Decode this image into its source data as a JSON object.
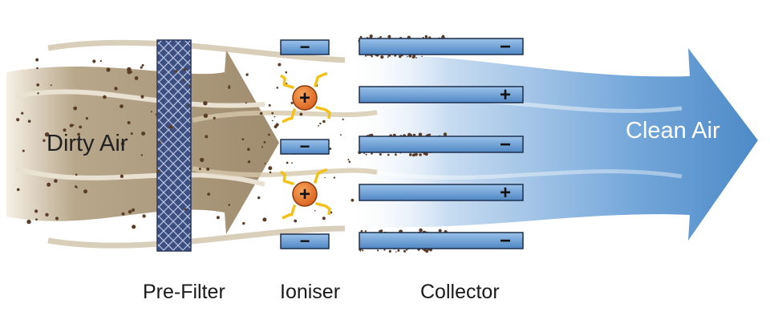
{
  "labels": {
    "dirty_air": "Dirty Air",
    "clean_air": "Clean Air",
    "pre_filter": "Pre-Filter",
    "ioniser": "Ioniser",
    "collector": "Collector"
  },
  "symbols": {
    "negative": "−",
    "positive": "+"
  },
  "ioniser_plates": [
    "negative",
    "negative",
    "negative"
  ],
  "ionisers": [
    "positive",
    "positive"
  ],
  "collector_plates": [
    "negative",
    "positive",
    "negative",
    "positive",
    "negative"
  ],
  "colors": {
    "dirty_air": "#a8967a",
    "clean_air": "#4d8ac7",
    "plate": "#6fa2d8",
    "ion_sphere": "#e5752a",
    "spark": "#f2c21b",
    "filter": "#34436f",
    "particle": "#5b3d27"
  }
}
